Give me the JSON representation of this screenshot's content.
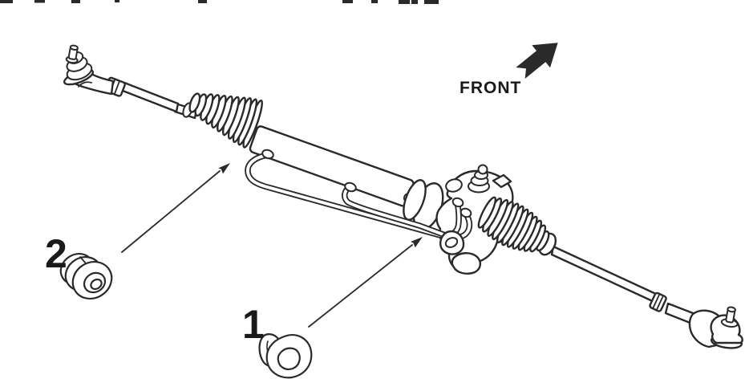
{
  "diagram": {
    "front_label": "FRONT",
    "callouts": [
      {
        "number": "1"
      },
      {
        "number": "2"
      }
    ]
  },
  "colors": {
    "line": "#2a2a2a",
    "background": "#ffffff",
    "label_text": "#1a1a1a"
  }
}
